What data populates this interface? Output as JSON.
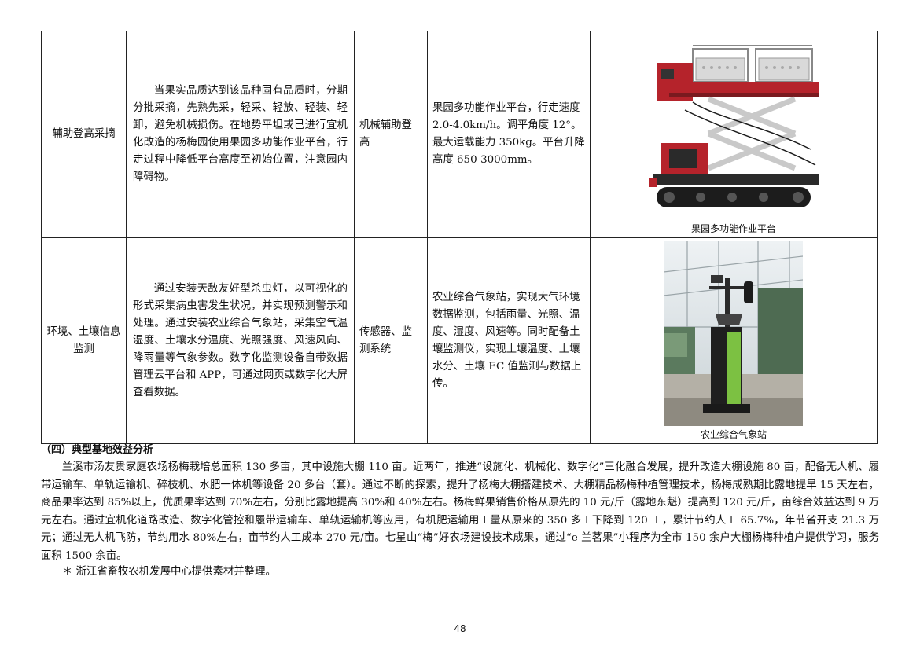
{
  "table": {
    "rows": [
      {
        "stage": "辅助登高采摘",
        "technique": "当果实品质达到该品种固有品质时，分期分批采摘，先熟先采，轻采、轻放、轻装、轻卸，避免机械损伤。在地势平坦或已进行宜机化改造的杨梅园使用果园多功能作业平台，行走过程中降低平台高度至初始位置，注意园内障碍物。",
        "equipment": "机械辅助登高",
        "spec": "果园多功能作业平台，行走速度 2.0-4.0km/h。调平角度 12°。最大运载能力 350kg。平台升降高度 650-3000mm。",
        "image_caption": "果园多功能作业平台",
        "image_icon": "orchard-lift-platform-photo"
      },
      {
        "stage": "环境、土壤信息监测",
        "technique": "通过安装天敌友好型杀虫灯，以可视化的形式采集病虫害发生状况，并实现预测警示和处理。通过安装农业综合气象站，采集空气温湿度、土壤水分温度、光照强度、风速风向、降雨量等气象参数。数字化监测设备自带数据管理云平台和 APP，可通过网页或数字化大屏查看数据。",
        "equipment": "传感器、监测系统",
        "spec": "农业综合气象站，实现大气环境数据监测，包括雨量、光照、温度、湿度、风速等。同时配备土壤监测仪，实现土壤温度、土壤水分、土壤 EC 值监测与数据上传。",
        "image_caption": "农业综合气象站",
        "image_icon": "weather-station-photo"
      }
    ]
  },
  "section": {
    "title": "（四）典型基地效益分析",
    "body": "兰溪市汤友贵家庭农场杨梅栽培总面积 130 多亩，其中设施大棚 110 亩。近两年，推进“设施化、机械化、数字化”三化融合发展，提升改造大棚设施 80 亩，配备无人机、履带运输车、单轨运输机、碎枝机、水肥一体机等设备 20 多台（套）。通过不断的探索，提升了杨梅大棚搭建技术、大棚精品杨梅种植管理技术，杨梅成熟期比露地提早 15 天左右，商品果率达到 85%以上，优质果率达到 70%左右，分别比露地提高 30%和 40%左右。杨梅鲜果销售价格从原先的 10 元/斤（露地东魁）提高到 120 元/斤，亩综合效益达到 9 万元左右。通过宜机化道路改造、数字化管控和履带运输车、单轨运输机等应用，有机肥运输用工量从原来的 350 多工下降到 120 工，累计节约人工 65.7%，年节省开支 21.3 万元；通过无人机飞防，节约用水 80%左右，亩节约人工成本 270 元/亩。七星山“梅”好农场建设技术成果，通过“e 兰茗果”小程序为全市 150 余户大棚杨梅种植户提供学习，服务面积 1500 余亩。",
    "note": "＊ 浙江省畜牧农机发展中心提供素材并整理。"
  },
  "page_number": "48",
  "colors": {
    "platform_red": "#b5232b",
    "station_green": "#7cc142",
    "track_black": "#1c1c1c",
    "greenhouse_gray": "#9aa4a8"
  }
}
